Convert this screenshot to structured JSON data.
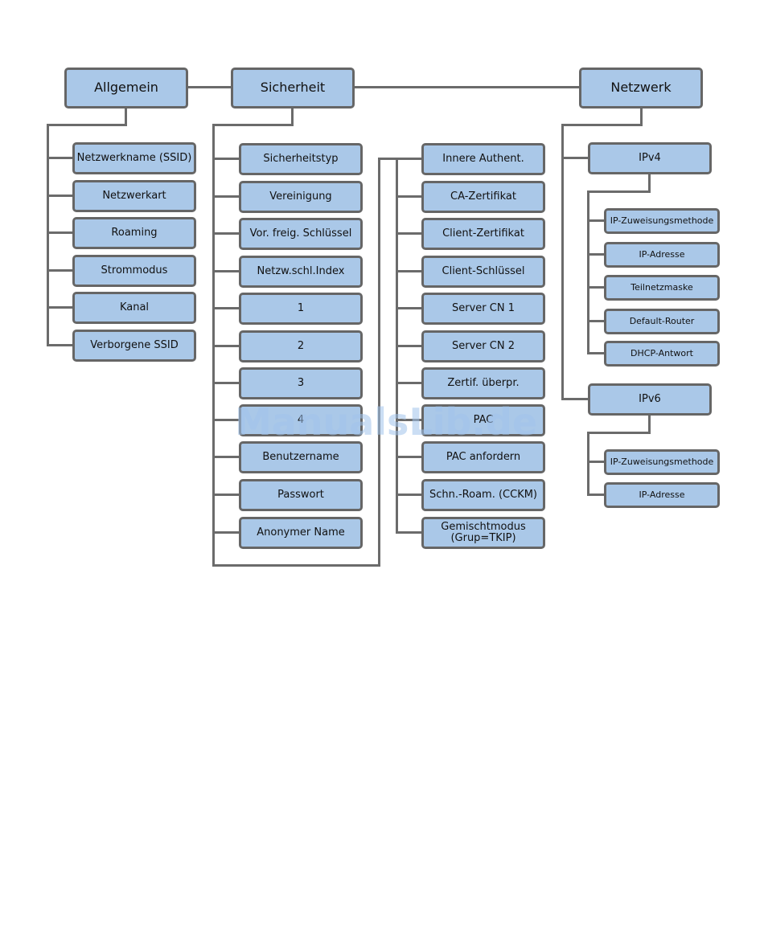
{
  "menu": {
    "allgemein": {
      "title": "Allgemein",
      "items": [
        "Netzwerkname (SSID)",
        "Netzwerkart",
        "Roaming",
        "Strommodus",
        "Kanal",
        "Verborgene SSID"
      ]
    },
    "sicherheit": {
      "title": "Sicherheit",
      "items_col1": [
        "Sicherheitstyp",
        "Vereinigung",
        "Vor. freig. Schlüssel",
        "Netzw.schl.Index",
        "1",
        "2",
        "3",
        "4",
        "Benutzername",
        "Passwort",
        "Anonymer Name"
      ],
      "items_col2": [
        "Innere Authent.",
        "CA-Zertifikat",
        "Client-Zertifikat",
        "Client-Schlüssel",
        "Server CN 1",
        "Server CN 2",
        "Zertif. überpr.",
        "PAC",
        "PAC anfordern",
        "Schn.-Roam. (CCKM)",
        "Gemischtmodus\n(Grup=TKIP)"
      ]
    },
    "netzwerk": {
      "title": "Netzwerk",
      "ipv4": {
        "title": "IPv4",
        "items": [
          "IP-Zuweisungsmethode",
          "IP-Adresse",
          "Teilnetzmaske",
          "Default-Router",
          "DHCP-Antwort"
        ]
      },
      "ipv6": {
        "title": "IPv6",
        "items": [
          "IP-Zuweisungsmethode",
          "IP-Adresse"
        ]
      }
    }
  },
  "watermark": "ManualsLib.de",
  "colors": {
    "node_fill": "#aac8e8",
    "node_border": "#666666",
    "line": "#6b6b6b"
  }
}
